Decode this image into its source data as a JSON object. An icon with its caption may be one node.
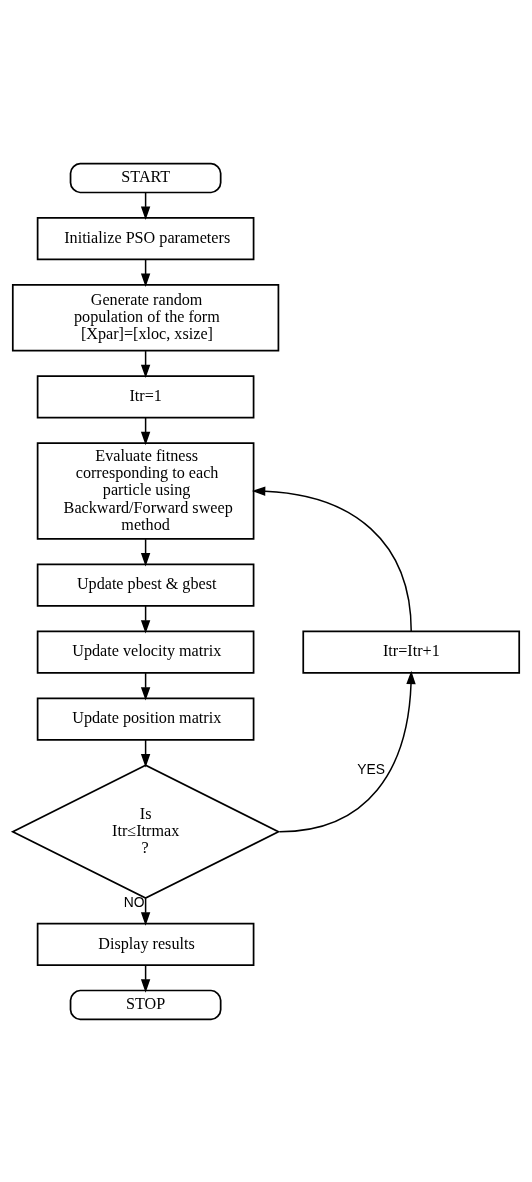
{
  "diagram": {
    "nodes": [
      {
        "text": [
          "START"
        ]
      },
      {
        "text": [
          "Initialize PSO parameters"
        ]
      },
      {
        "text": [
          "Generate random population of the form [Xpar]=[xloc, xsize]"
        ]
      },
      {
        "text": [
          "Itr=1"
        ]
      },
      {
        "text": [
          "Evaluate fitness corresponding to each particle using Backward/Forward sweep method"
        ]
      },
      {
        "text": [
          "Update pbest & gbest"
        ]
      },
      {
        "text": [
          "Update velocity matrix"
        ]
      },
      {
        "text": [
          "Update position matrix"
        ]
      },
      {
        "text": [
          "Is Itr≤Itrmax ?"
        ]
      },
      {
        "text": [
          "Itr=Itr+1"
        ]
      },
      {
        "text": [
          "Display results"
        ]
      },
      {
        "text": [
          "STOP"
        ]
      }
    ],
    "edges": [
      {
        "from": 0,
        "to": 1,
        "arrow": "to"
      },
      {
        "from": 1,
        "to": 2,
        "arrow": "to"
      },
      {
        "from": 2,
        "to": 3,
        "arrow": "to"
      },
      {
        "from": 3,
        "to": 4,
        "arrow": "to"
      },
      {
        "from": 4,
        "to": 5,
        "arrow": "to"
      },
      {
        "from": 5,
        "to": 6,
        "arrow": "to"
      },
      {
        "from": 6,
        "to": 7,
        "arrow": "to"
      },
      {
        "from": 7,
        "to": 8,
        "arrow": "to"
      },
      {
        "from": 8,
        "to": 9,
        "arrow": "to",
        "label": "YES"
      },
      {
        "from": 9,
        "to": 4,
        "arrow": "to"
      },
      {
        "from": 8,
        "to": 10,
        "arrow": "to",
        "label": "NO"
      },
      {
        "from": 10,
        "to": 11,
        "arrow": "to"
      }
    ]
  }
}
